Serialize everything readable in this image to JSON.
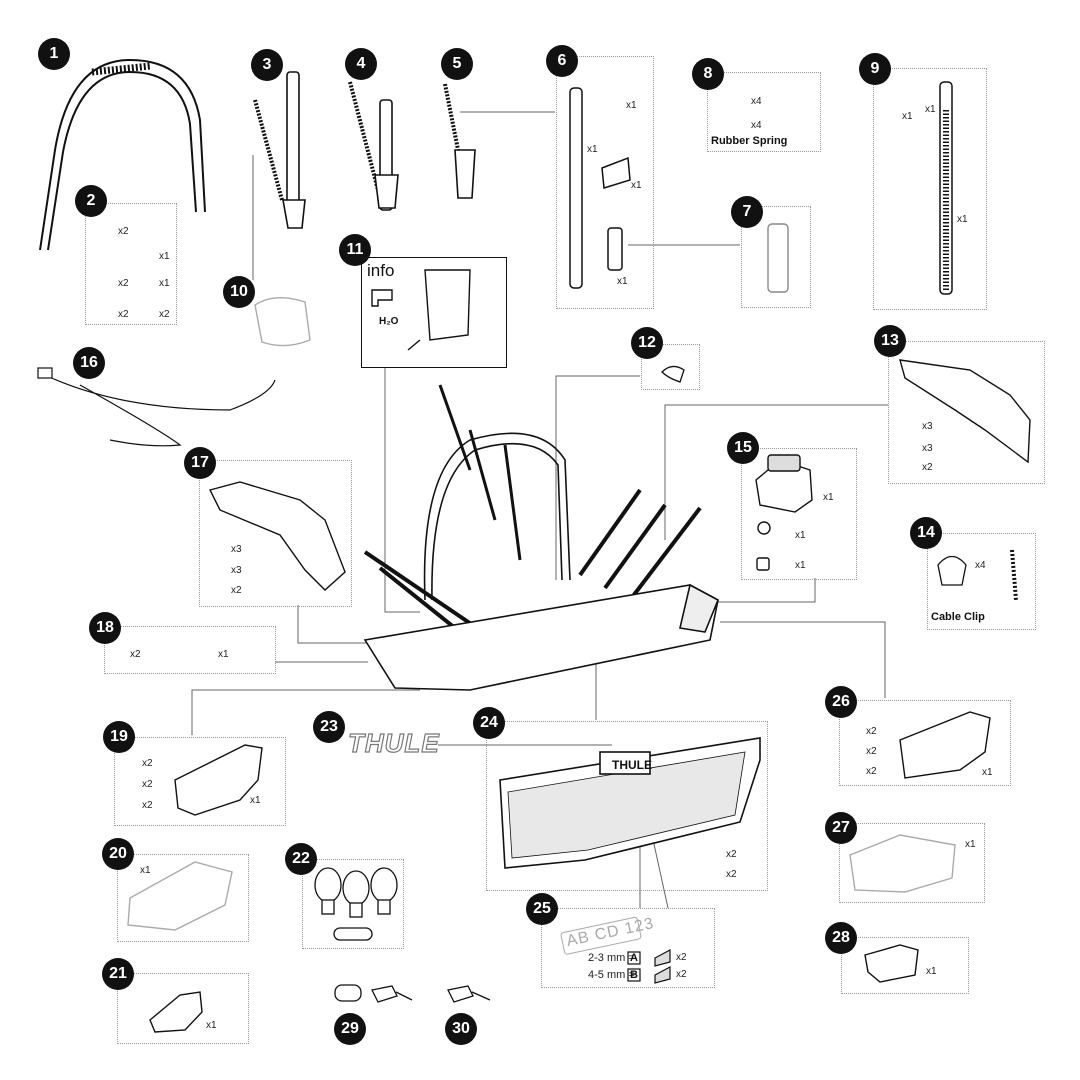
{
  "parts": [
    {
      "number": "1"
    },
    {
      "number": "2"
    },
    {
      "number": "3"
    },
    {
      "number": "4"
    },
    {
      "number": "5"
    },
    {
      "number": "6"
    },
    {
      "number": "7"
    },
    {
      "number": "8"
    },
    {
      "number": "9"
    },
    {
      "number": "10"
    },
    {
      "number": "11"
    },
    {
      "number": "12"
    },
    {
      "number": "13"
    },
    {
      "number": "14"
    },
    {
      "number": "15"
    },
    {
      "number": "16"
    },
    {
      "number": "17"
    },
    {
      "number": "18"
    },
    {
      "number": "19"
    },
    {
      "number": "20"
    },
    {
      "number": "21"
    },
    {
      "number": "22"
    },
    {
      "number": "23"
    },
    {
      "number": "24"
    },
    {
      "number": "25"
    },
    {
      "number": "26"
    },
    {
      "number": "27"
    },
    {
      "number": "28"
    },
    {
      "number": "29"
    },
    {
      "number": "30"
    }
  ],
  "quantities": {
    "x1": "x1",
    "x2": "x2",
    "x3": "x3",
    "x4": "x4"
  },
  "captions": {
    "rubber_spring": "Rubber Spring",
    "cable_clip": "Cable Clip",
    "info": "info",
    "h2o": "H₂O",
    "plate_text": "AB CD  123",
    "spacer_a": "2-3 mm =",
    "spacer_b": "4-5 mm =",
    "letter_a": "A",
    "letter_b": "B",
    "logo": "THULE",
    "logo_badge": "THULE"
  }
}
